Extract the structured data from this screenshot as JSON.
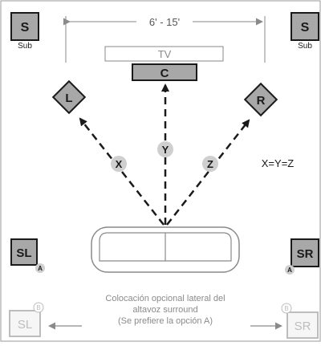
{
  "dimension": {
    "label": "6' - 15'"
  },
  "tv": {
    "label": "TV"
  },
  "speakers": {
    "center": "C",
    "left": "L",
    "right": "R",
    "sub_left": {
      "letter": "S",
      "caption": "Sub"
    },
    "sub_right": {
      "letter": "S",
      "caption": "Sub"
    },
    "surround_left_a": {
      "letter": "SL",
      "option": "A"
    },
    "surround_right_a": {
      "letter": "SR",
      "option": "A"
    },
    "surround_left_b": {
      "letter": "SL",
      "option": "B"
    },
    "surround_right_b": {
      "letter": "SR",
      "option": "B"
    }
  },
  "distances": {
    "x": "X",
    "y": "Y",
    "z": "Z",
    "equation": "X=Y=Z"
  },
  "note": {
    "line1": "Colocación opcional lateral del",
    "line2": "altavoz surround",
    "line3": "(Se prefiere la opción A)"
  },
  "colors": {
    "speaker_fill": "#a8a8a8",
    "outline": "#1a1a1a",
    "faded": "#bdbdbd",
    "guide": "#8a8a8a",
    "label_circle": "#cfcfcf"
  }
}
